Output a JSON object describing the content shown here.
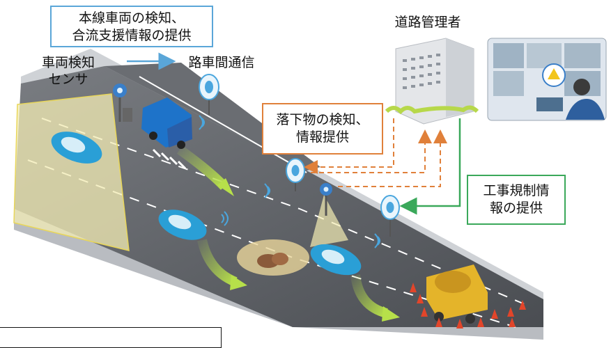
{
  "callouts": {
    "mainline": "本線車両の検知、\n合流支援情報の提供",
    "fallen": "落下物の検知、\n情報提供",
    "construction": "工事規制情\n報の提供"
  },
  "labels": {
    "sensor": "車両検知\nセンサ",
    "road_to_vehicle": "路車間通信",
    "road_admin": "道路管理者"
  },
  "colors": {
    "road": "#5b5e63",
    "lane_marking": "#ffffff",
    "car": "#2a9fd6",
    "truck": "#1e73c9",
    "arrow_green": "#b7e04a",
    "dashed_orange": "#e0803a",
    "line_green": "#3aa85a",
    "line_blue": "#5aa6d8",
    "detection_zone": "#f3ecb4"
  }
}
